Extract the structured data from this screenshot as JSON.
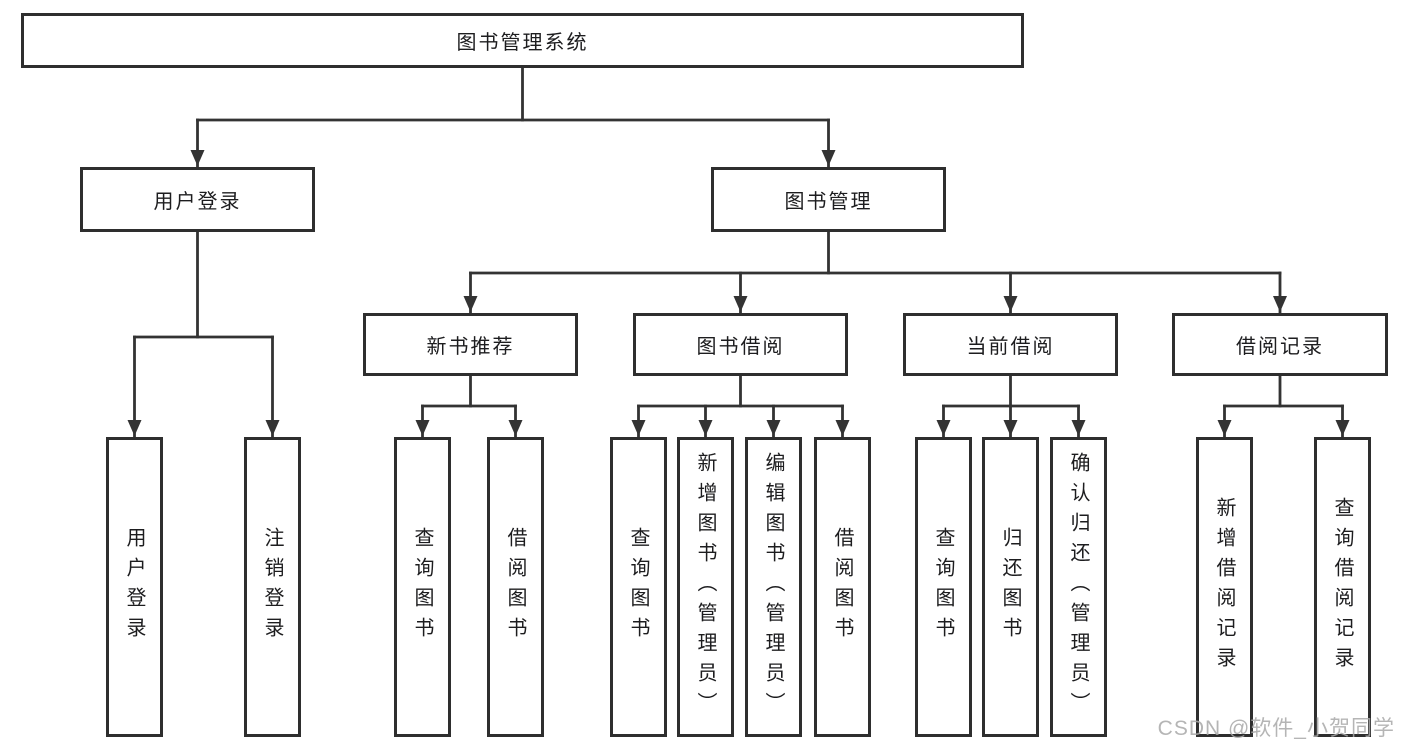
{
  "colors": {
    "line": "#333333",
    "box_border": "#2e2e2e",
    "text": "#1d1d1f",
    "watermark": "#a8a8a8",
    "background": "#ffffff"
  },
  "tree": {
    "root": {
      "label": "图书管理系统"
    },
    "branches": [
      {
        "label": "用户登录",
        "children": [
          {
            "label": "用户登录"
          },
          {
            "label": "注销登录"
          }
        ]
      },
      {
        "label": "图书管理",
        "children": [
          {
            "label": "新书推荐",
            "children": [
              {
                "label": "查询图书"
              },
              {
                "label": "借阅图书"
              }
            ]
          },
          {
            "label": "图书借阅",
            "children": [
              {
                "label": "查询图书"
              },
              {
                "label": "新增图书（管理员）"
              },
              {
                "label": "编辑图书（管理员）"
              },
              {
                "label": "借阅图书"
              }
            ]
          },
          {
            "label": "当前借阅",
            "children": [
              {
                "label": "查询图书"
              },
              {
                "label": "归还图书"
              },
              {
                "label": "确认归还（管理员）"
              }
            ]
          },
          {
            "label": "借阅记录",
            "children": [
              {
                "label": "新增借阅记录"
              },
              {
                "label": "查询借阅记录"
              }
            ]
          }
        ]
      }
    ]
  },
  "watermark": "CSDN @软件_小贺同学"
}
